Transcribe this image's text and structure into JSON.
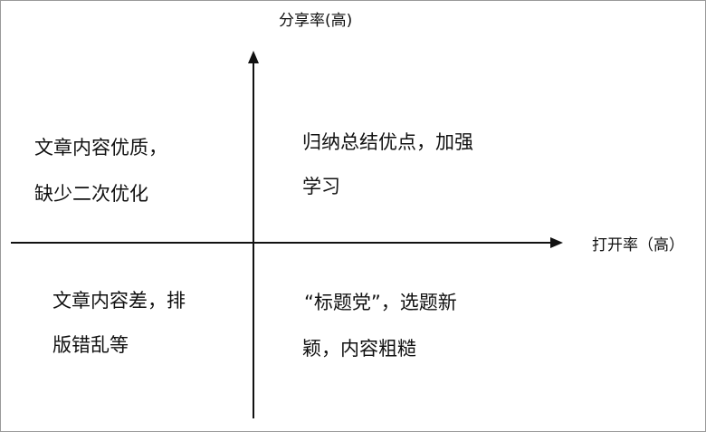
{
  "diagram": {
    "y_axis_label": "分享率(高)",
    "x_axis_label": "打开率（高）",
    "quadrants": {
      "top_left": {
        "line1": "文章内容优质，",
        "line2": "缺少二次优化"
      },
      "top_right": {
        "line1": "归纳总结优点，加强",
        "line2": "学习"
      },
      "bottom_left": {
        "line1": "文章内容差，排",
        "line2": "版错乱等"
      },
      "bottom_right": {
        "line1": "“标题党”，选题新",
        "line2": "颖，内容粗糙"
      }
    },
    "colors": {
      "axis": "#111111",
      "text": "#111111",
      "border": "#9a9a9a"
    }
  }
}
